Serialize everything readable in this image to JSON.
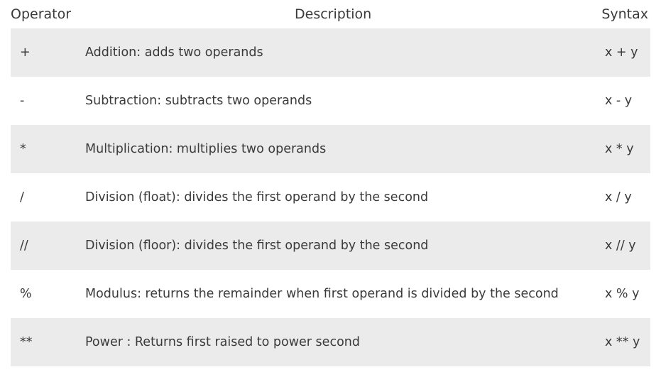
{
  "headers": {
    "operator": "Operator",
    "description": "Description",
    "syntax": "Syntax"
  },
  "rows": [
    {
      "operator": "+",
      "description": "Addition: adds two operands",
      "syntax": "x + y"
    },
    {
      "operator": "-",
      "description": "Subtraction: subtracts two operands",
      "syntax": "x - y"
    },
    {
      "operator": "*",
      "description": "Multiplication: multiplies two operands",
      "syntax": "x * y"
    },
    {
      "operator": "/",
      "description": "Division (float): divides the first operand by the second",
      "syntax": "x / y"
    },
    {
      "operator": "//",
      "description": "Division (floor): divides the first operand by the second",
      "syntax": "x // y"
    },
    {
      "operator": "%",
      "description": "Modulus: returns the remainder when first operand is divided by the second",
      "syntax": "x % y"
    },
    {
      "operator": "**",
      "description": "Power : Returns first raised to power second",
      "syntax": "x ** y"
    }
  ],
  "colors": {
    "shaded_row": "#ebebeb",
    "text": "#3a3a3a"
  }
}
